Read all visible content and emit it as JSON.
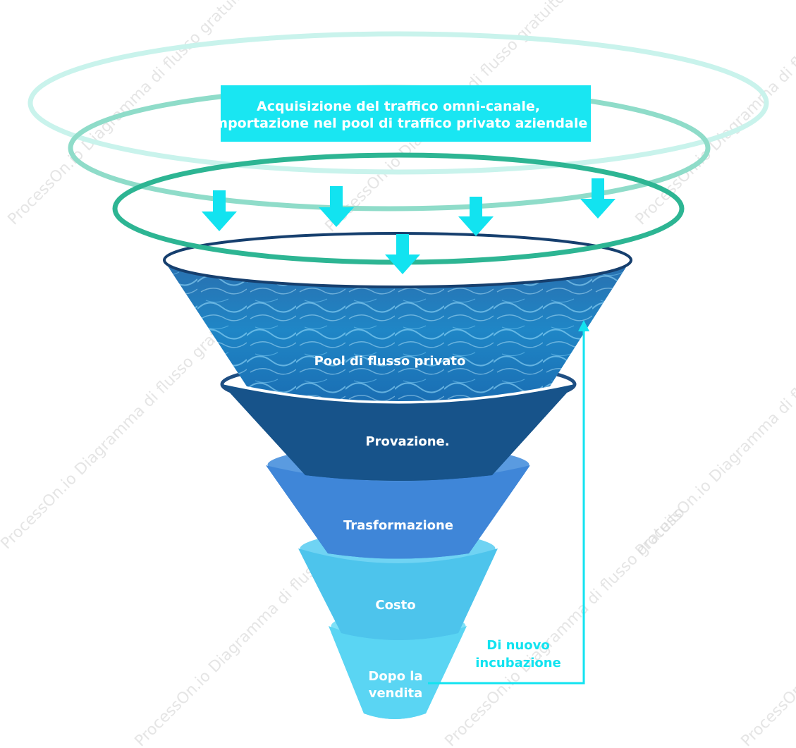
{
  "header_box": {
    "line1": "Acquisizione del traffico omni-canale,",
    "line2": "importazione nel pool di traffico privato aziendale"
  },
  "stages": [
    {
      "label": "Pool di flusso privato"
    },
    {
      "label": "Provazione."
    },
    {
      "label": "Trasformazione"
    },
    {
      "label": "Costo"
    },
    {
      "label_line1": "Dopo la",
      "label_line2": "vendita"
    }
  ],
  "feedback": {
    "line1": "Di nuovo",
    "line2": "incubazione"
  },
  "watermark": "ProcessOn.io Diagramma di flusso gratuito",
  "colors": {
    "cyan": "#12e3f0",
    "header_bg": "#19e6f2",
    "ring_outer": "#c9f3ec",
    "ring_middle": "#8fdcc9",
    "ring_inner": "#2db593",
    "water": "#1d78b6",
    "provazione": "#17538a",
    "trasformazione": "#3f86d8",
    "costo": "#4ec6ec",
    "dopo_vendita": "#5cd6f4"
  }
}
